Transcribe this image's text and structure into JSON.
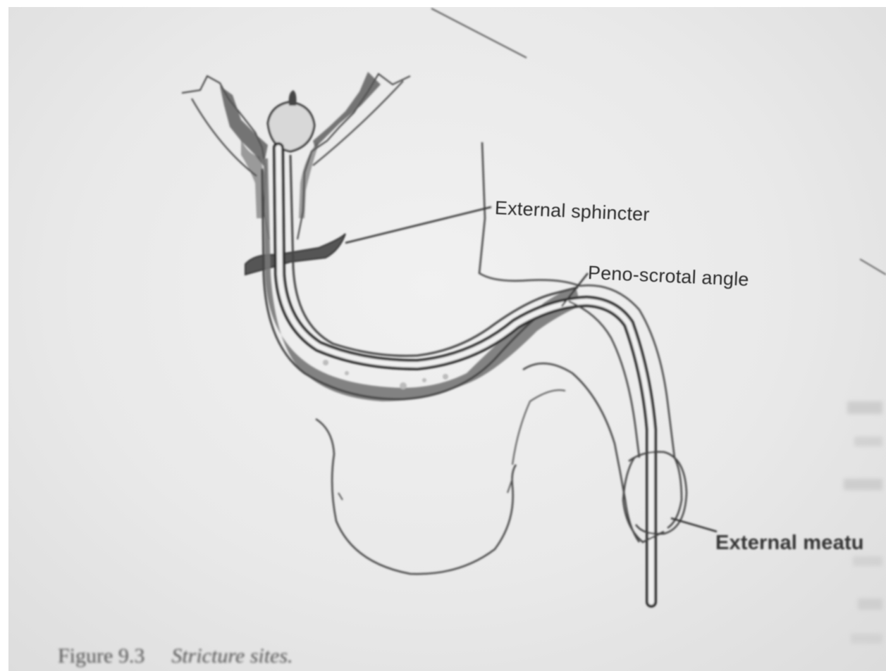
{
  "labels": {
    "external_sphincter": "External sphincter",
    "peno_scrotal_angle": "Peno-scrotal angle",
    "external_meatus": "External meatu"
  },
  "caption": {
    "figure_number": "Figure 9.3",
    "title": "Stricture sites."
  },
  "colors": {
    "paper": "#eaeaea",
    "ink": "#3a3a3a",
    "shading": "#666666"
  }
}
